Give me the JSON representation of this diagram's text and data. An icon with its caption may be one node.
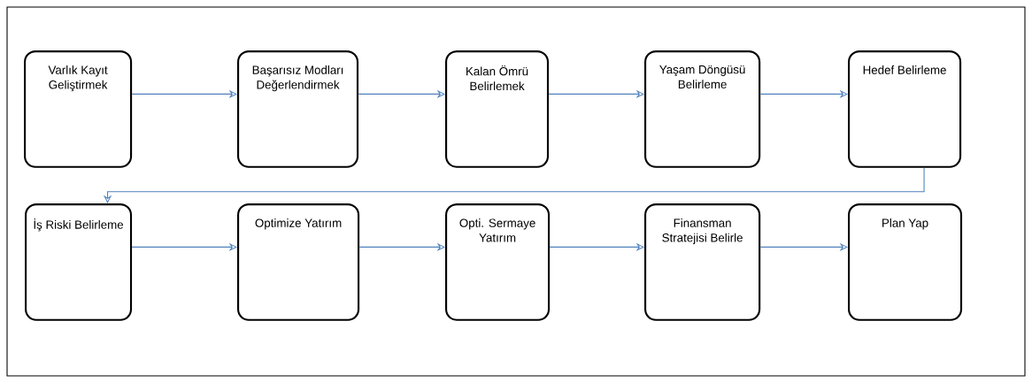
{
  "diagram": {
    "nodes": [
      {
        "text": [
          "Varlık Kayıt Geliştirmek"
        ]
      },
      {
        "text": [
          "Başarısız Modları Değerlendirmek"
        ]
      },
      {
        "text": [
          "Kalan Ömrü Belirlemek"
        ]
      },
      {
        "text": [
          "Yaşam Döngüsü Belirleme"
        ]
      },
      {
        "text": [
          "Hedef Belirleme"
        ]
      },
      {
        "text": [
          "İş Riski Belirleme"
        ]
      },
      {
        "text": [
          "Optimize Yatırım"
        ]
      },
      {
        "text": [
          "Opti. Sermaye Yatırım"
        ]
      },
      {
        "text": [
          "Finansman Stratejisi Belirle"
        ]
      },
      {
        "text": [
          "Plan Yap"
        ]
      }
    ],
    "edges": [
      {
        "from": 0,
        "to": 1,
        "arrow": "to"
      },
      {
        "from": 1,
        "to": 2,
        "arrow": "to"
      },
      {
        "from": 2,
        "to": 3,
        "arrow": "to"
      },
      {
        "from": 3,
        "to": 4,
        "arrow": "to"
      },
      {
        "from": 4,
        "to": 5,
        "arrow": "to"
      },
      {
        "from": 5,
        "to": 6,
        "arrow": "to"
      },
      {
        "from": 6,
        "to": 7,
        "arrow": "to"
      },
      {
        "from": 7,
        "to": 8,
        "arrow": "to"
      },
      {
        "from": 8,
        "to": 9,
        "arrow": "to"
      }
    ]
  }
}
